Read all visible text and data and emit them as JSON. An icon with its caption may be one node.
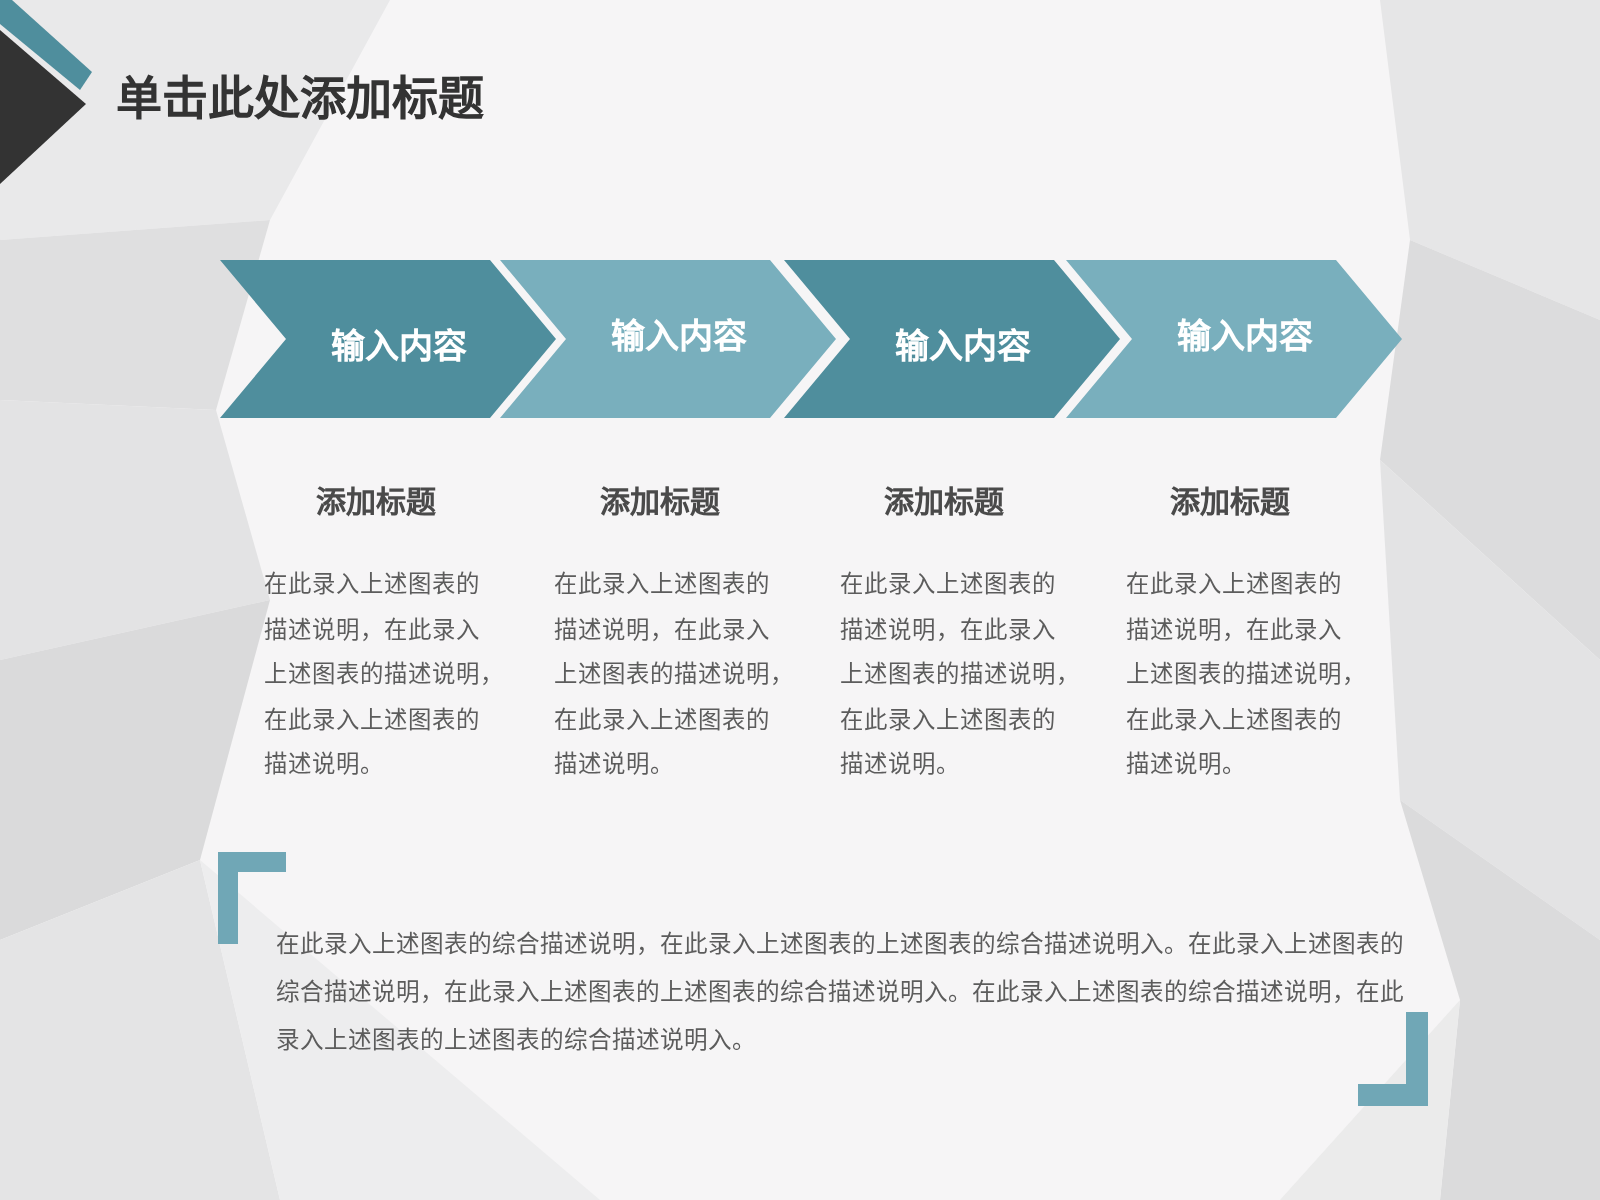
{
  "diagram": {
    "title": "单击此处添加标题",
    "nodes": [
      {
        "text": [
          "输入内容"
        ],
        "beside": [
          "添加标题",
          "在此录入上述图表的描述说明，在此录入上述图表的描述说明，在此录入上述图表的描述说明。"
        ]
      },
      {
        "text": [
          "输入内容"
        ],
        "beside": [
          "添加标题",
          "在此录入上述图表的描述说明，在此录入上述图表的描述说明，在此录入上述图表的描述说明。"
        ]
      },
      {
        "text": [
          "输入内容"
        ],
        "beside": [
          "添加标题",
          "在此录入上述图表的描述说明，在此录入上述图表的描述说明，在此录入上述图表的描述说明。"
        ]
      },
      {
        "text": [
          "输入内容"
        ],
        "beside": [
          "添加标题",
          "在此录入上述图表的描述说明，在此录入上述图表的描述说明，在此录入上述图表的描述说明。"
        ]
      }
    ],
    "labels": [
      "在此录入上述图表的综合描述说明，在此录入上述图表的上述图表的综合描述说明入。在此录入上述图表的综合描述说明，在此录入上述图表的上述图表的综合描述说明入。在此录入上述图表的综合描述说明，在此录入上述图表的上述图表的综合描述说明入。"
    ]
  }
}
